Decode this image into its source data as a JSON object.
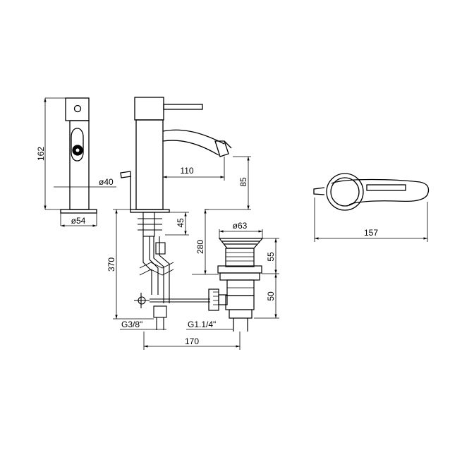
{
  "drawing": {
    "dimensions": {
      "height_162": "162",
      "dia_40": "ø40",
      "dia_54": "ø54",
      "spout_110": "110",
      "spout_height_85": "85",
      "handle_157": "157",
      "dia_63": "ø63",
      "waste_55": "55",
      "waste_50": "50",
      "depth_280": "280",
      "depth_370": "370",
      "depth_45": "45",
      "thread_g38": "G3/8\"",
      "thread_g114": "G1.1/4\"",
      "width_170": "170"
    }
  }
}
